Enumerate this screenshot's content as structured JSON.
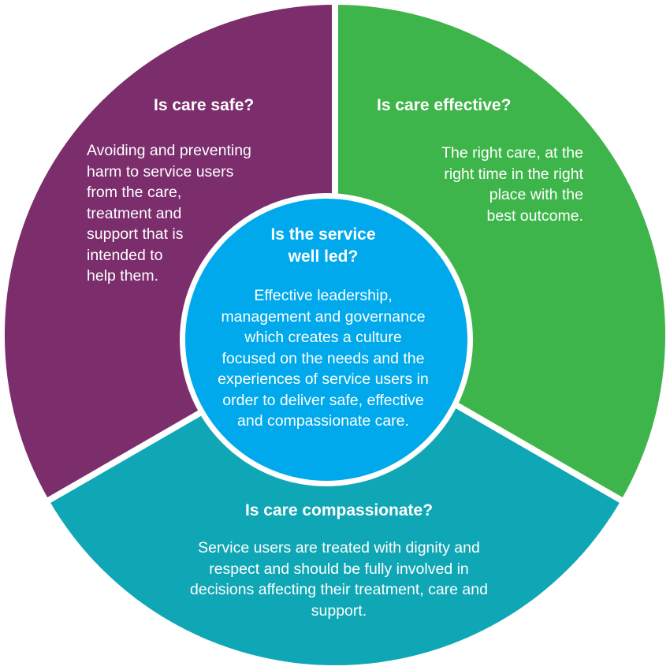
{
  "colors": {
    "safe": "#7B2D6C",
    "effective": "#3DB54A",
    "compassionate": "#0FA7B5",
    "well_led": "#00A9EB",
    "divider": "#ffffff",
    "text": "#ffffff"
  },
  "segments": {
    "safe": {
      "heading": "Is care safe?",
      "body": "Avoiding and preventing\nharm to service users\nfrom the care,\ntreatment and\nsupport that is\nintended to\nhelp them."
    },
    "effective": {
      "heading": "Is care effective?",
      "body": "The right care, at the\nright time in the right\nplace with the\nbest outcome."
    },
    "compassionate": {
      "heading": "Is care compassionate?",
      "body": "Service users are treated with dignity and\nrespect and should be fully involved in\ndecisions affecting their treatment, care and\nsupport."
    }
  },
  "center": {
    "heading": "Is the service\nwell led?",
    "body": "Effective leadership,\nmanagement and governance\nwhich creates a culture\nfocused on the needs and the\nexperiences of service users in\norder to deliver safe, effective\nand compassionate care."
  }
}
